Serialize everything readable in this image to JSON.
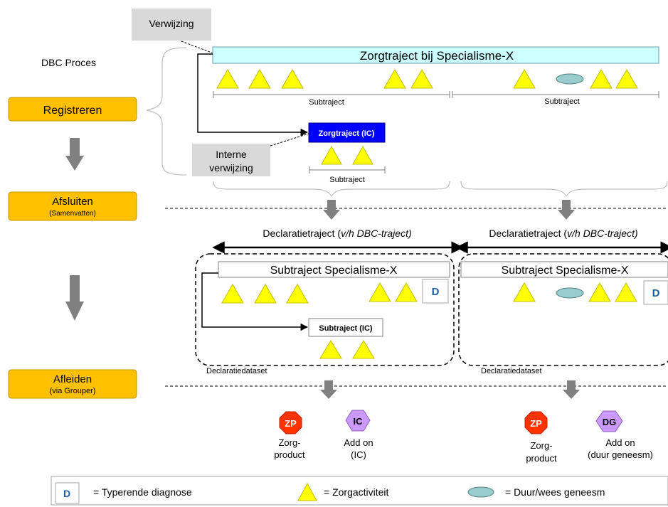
{
  "dbc_proces": "DBC Proces",
  "verwijzing": "Verwijzing",
  "interne_verwijzing": [
    "Interne",
    "verwijzing"
  ],
  "steps": {
    "registreren": "Registreren",
    "afsluiten": "Afsluiten",
    "afsluiten_sub": "(Samenvatten)",
    "afleiden": "Afleiden",
    "afleiden_sub": "(via Grouper)"
  },
  "zorgtraject_main": "Zorgtraject bij Specialisme-X",
  "zorgtraject_ic": "Zorgtraject (IC)",
  "subtraject": "Subtraject",
  "declaratietraject_prefix": "Declaratietraject (",
  "declaratietraject_italic": "v/h DBC-traject)",
  "subtraject_specialisme": "Subtraject Specialisme-X",
  "subtraject_ic": "Subtraject (IC)",
  "diagnose_letter": "D",
  "declaratiedataset": "Declaratiedataset",
  "products": {
    "zp": "ZP",
    "zorgproduct": [
      "Zorg-",
      "product"
    ],
    "ic": "IC",
    "addon_ic": [
      "Add on",
      "(IC)"
    ],
    "dg": "DG",
    "addon_dg": [
      "Add on",
      "(duur geneesm)"
    ]
  },
  "legend": {
    "d": "D",
    "diagnose": "= Typerende diagnose",
    "zorgactiviteit": "= Zorgactiviteit",
    "duur": "= Duur/wees geneesm"
  },
  "colors": {
    "step_fill": "#FFC000",
    "triangle_fill": "#FFFF00",
    "header_fill": "#CCFFFF",
    "ic_fill": "#0000FF",
    "zp_fill": "#FF3300",
    "addon_fill": "#CC99FF",
    "ellipse_fill": "#99CCCC",
    "diag_text": "#1F5FA0"
  }
}
